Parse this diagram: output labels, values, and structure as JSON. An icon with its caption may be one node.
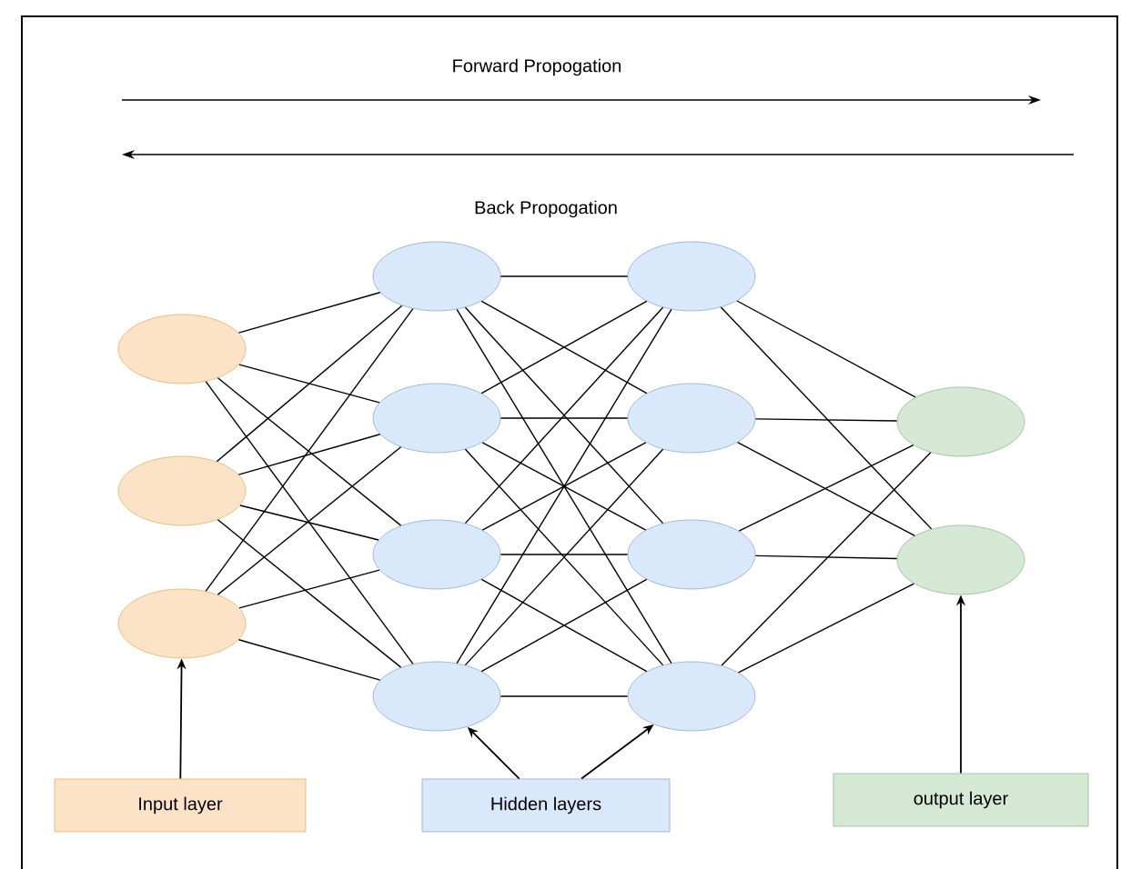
{
  "diagram": {
    "nodes": [
      {
        "text": [],
        "shape": "circle"
      },
      {
        "text": [],
        "shape": "circle"
      },
      {
        "text": [],
        "shape": "circle"
      },
      {
        "text": [],
        "shape": "circle"
      },
      {
        "text": [],
        "shape": "circle"
      },
      {
        "text": [],
        "shape": "circle"
      },
      {
        "text": [],
        "shape": "circle"
      },
      {
        "text": [],
        "shape": "circle"
      },
      {
        "text": [],
        "shape": "circle"
      },
      {
        "text": [],
        "shape": "circle"
      },
      {
        "text": [],
        "shape": "circle"
      },
      {
        "text": [],
        "shape": "circle"
      },
      {
        "text": [],
        "shape": "circle"
      },
      {
        "text": [
          "Input layer"
        ]
      },
      {
        "text": [
          "Hidden layers"
        ]
      },
      {
        "text": [
          "output layer"
        ]
      }
    ],
    "edges": [
      {
        "from": 0,
        "to": 3,
        "arrow": "none"
      },
      {
        "from": 0,
        "to": 4,
        "arrow": "none"
      },
      {
        "from": 0,
        "to": 5,
        "arrow": "none"
      },
      {
        "from": 0,
        "to": 6,
        "arrow": "none"
      },
      {
        "from": 1,
        "to": 3,
        "arrow": "none"
      },
      {
        "from": 1,
        "to": 4,
        "arrow": "none"
      },
      {
        "from": 1,
        "to": 5,
        "arrow": "none"
      },
      {
        "from": 1,
        "to": 6,
        "arrow": "none"
      },
      {
        "from": 2,
        "to": 3,
        "arrow": "none"
      },
      {
        "from": 2,
        "to": 4,
        "arrow": "none"
      },
      {
        "from": 2,
        "to": 5,
        "arrow": "none"
      },
      {
        "from": 2,
        "to": 6,
        "arrow": "none"
      },
      {
        "from": 3,
        "to": 7,
        "arrow": "none"
      },
      {
        "from": 3,
        "to": 8,
        "arrow": "none"
      },
      {
        "from": 3,
        "to": 9,
        "arrow": "none"
      },
      {
        "from": 3,
        "to": 10,
        "arrow": "none"
      },
      {
        "from": 4,
        "to": 7,
        "arrow": "none"
      },
      {
        "from": 4,
        "to": 8,
        "arrow": "none"
      },
      {
        "from": 4,
        "to": 9,
        "arrow": "none"
      },
      {
        "from": 4,
        "to": 10,
        "arrow": "none"
      },
      {
        "from": 5,
        "to": 7,
        "arrow": "none"
      },
      {
        "from": 5,
        "to": 8,
        "arrow": "none"
      },
      {
        "from": 5,
        "to": 9,
        "arrow": "none"
      },
      {
        "from": 5,
        "to": 10,
        "arrow": "none"
      },
      {
        "from": 6,
        "to": 7,
        "arrow": "none"
      },
      {
        "from": 6,
        "to": 8,
        "arrow": "none"
      },
      {
        "from": 6,
        "to": 9,
        "arrow": "none"
      },
      {
        "from": 6,
        "to": 10,
        "arrow": "none"
      },
      {
        "from": 7,
        "to": 11,
        "arrow": "none"
      },
      {
        "from": 7,
        "to": 12,
        "arrow": "none"
      },
      {
        "from": 8,
        "to": 11,
        "arrow": "none"
      },
      {
        "from": 8,
        "to": 12,
        "arrow": "none"
      },
      {
        "from": 9,
        "to": 11,
        "arrow": "none"
      },
      {
        "from": 9,
        "to": 12,
        "arrow": "none"
      },
      {
        "from": 10,
        "to": 11,
        "arrow": "none"
      },
      {
        "from": 10,
        "to": 12,
        "arrow": "none"
      },
      {
        "from": 13,
        "to": 2,
        "arrow": "to"
      },
      {
        "from": 14,
        "to": 6,
        "arrow": "to"
      },
      {
        "from": 14,
        "to": 10,
        "arrow": "to"
      },
      {
        "from": 15,
        "to": 12,
        "arrow": "to"
      }
    ],
    "labels": [
      "Forward Propogation",
      "Back Propogation"
    ]
  }
}
